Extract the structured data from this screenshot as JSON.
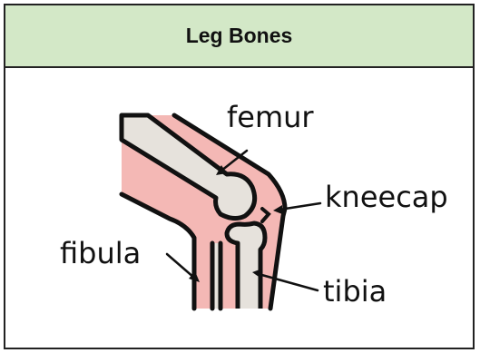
{
  "header": {
    "title": "Leg Bones"
  },
  "labels": {
    "femur": "femur",
    "kneecap": "kneecap",
    "fibula": "fibula",
    "tibia": "tibia"
  },
  "colors": {
    "header_bg": "#d3e8c7",
    "skin": "#f4b8b5",
    "bone": "#e6e2dc",
    "outline": "#111111"
  }
}
